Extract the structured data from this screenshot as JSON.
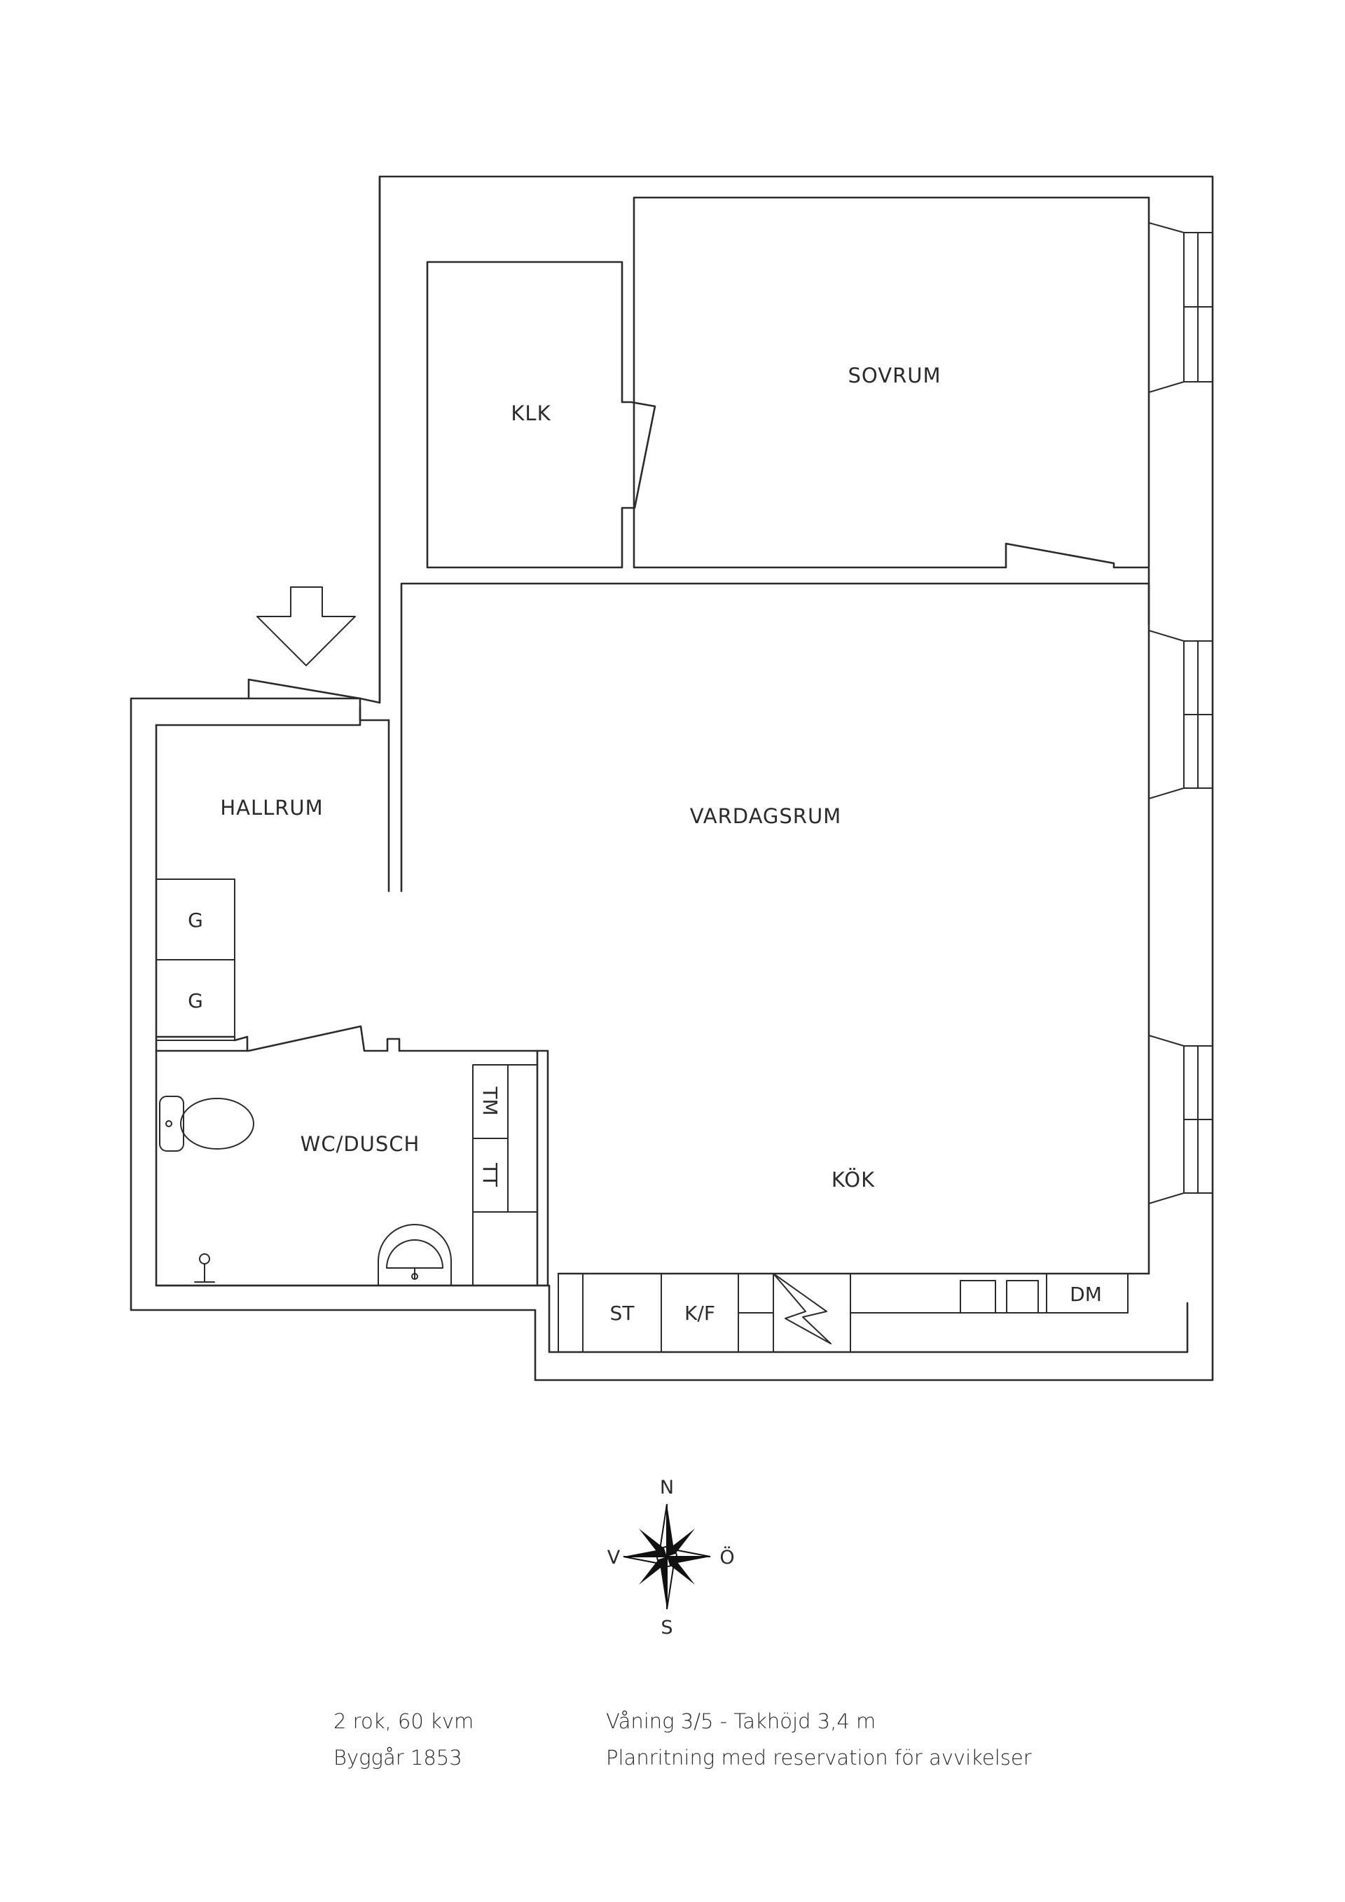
{
  "rooms": {
    "klk": "KLK",
    "sovrum": "SOVRUM",
    "vardagsrum": "VARDAGSRUM",
    "hallrum": "HALLRUM",
    "wc_dusch": "WC/DUSCH",
    "kok": "KÖK"
  },
  "fixtures": {
    "g1": "G",
    "g2": "G",
    "tm": "TM",
    "tt": "TT",
    "st": "ST",
    "kf": "K/F",
    "dm": "DM"
  },
  "compass": {
    "n": "N",
    "s": "S",
    "v": "V",
    "o": "Ö"
  },
  "info": {
    "rooms_area": "2 rok, 60 kvm",
    "build_year": "Byggår 1853",
    "floor_height": "Våning 3/5 - Takhöjd 3,4 m",
    "disclaimer": "Planritning med reservation för avvikelser"
  }
}
